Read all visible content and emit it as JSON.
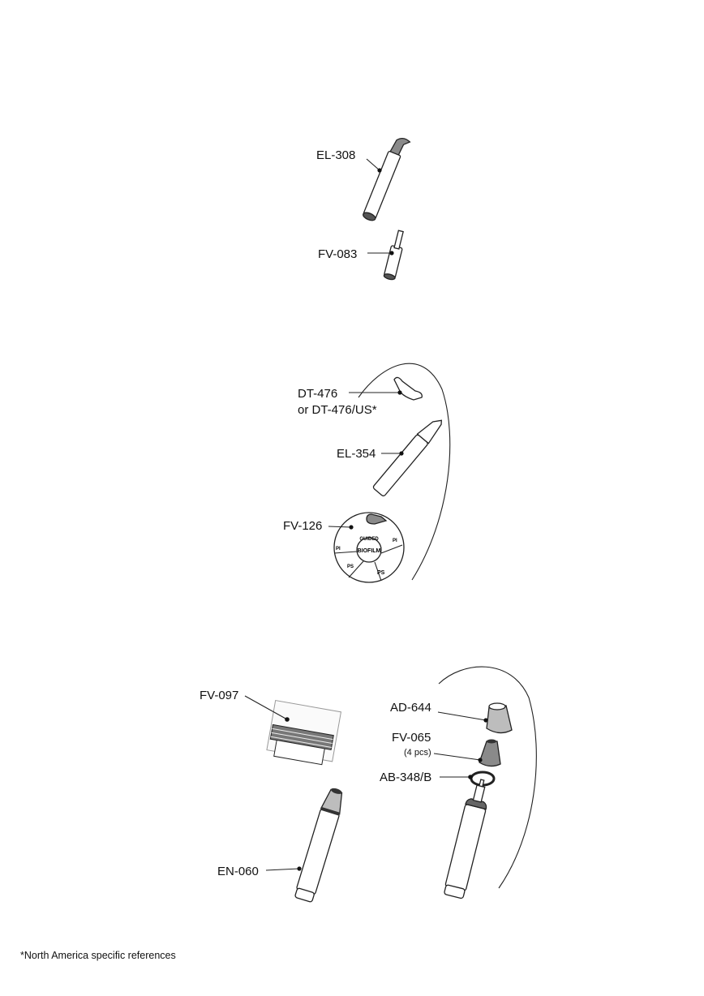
{
  "parts": {
    "el308": "EL-308",
    "fv083": "FV-083",
    "dt476": "DT-476",
    "dt476us": "or DT-476/US*",
    "el354": "EL-354",
    "fv126": "FV-126",
    "fv097": "FV-097",
    "ad644": "AD-644",
    "fv065": "FV-065",
    "fv065_qty": "(4 pcs)",
    "ab348b": "AB-348/B",
    "en060": "EN-060"
  },
  "disk_text": {
    "center": "BIOFILM",
    "ring": "GUIDED",
    "segments": [
      "PS",
      "PS",
      "PI",
      "PI"
    ]
  },
  "footnote": "*North America specific references"
}
